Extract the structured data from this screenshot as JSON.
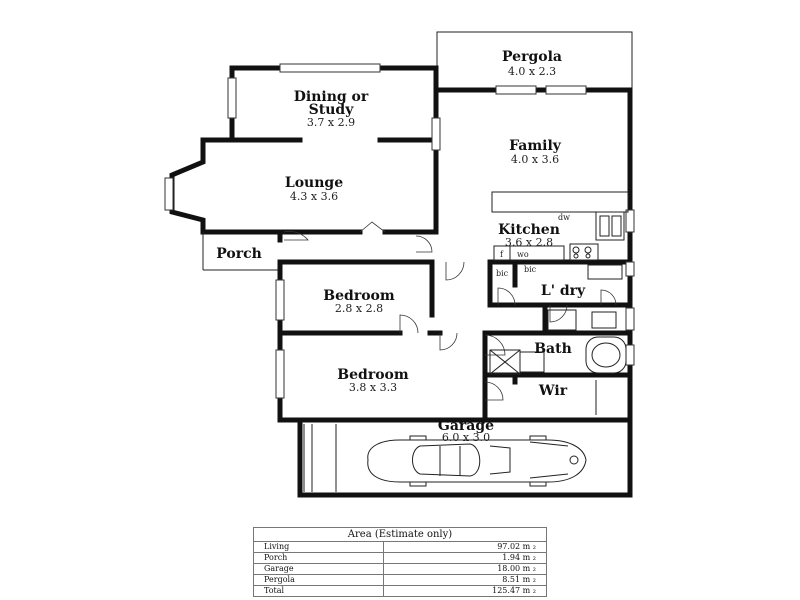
{
  "rooms": {
    "pergola": {
      "name": "Pergola",
      "size": "4.0 x 2.3"
    },
    "dining": {
      "name_line1": "Dining or",
      "name_line2": "Study",
      "size": "3.7 x 2.9"
    },
    "family": {
      "name": "Family",
      "size": "4.0 x 3.6"
    },
    "lounge": {
      "name": "Lounge",
      "size": "4.3 x 3.6"
    },
    "kitchen": {
      "name": "Kitchen",
      "size": "3.6 x 2.8"
    },
    "porch": {
      "name": "Porch"
    },
    "bedroom1": {
      "name": "Bedroom",
      "size": "2.8 x 2.8"
    },
    "laundry": {
      "name": "L' dry"
    },
    "bath": {
      "name": "Bath"
    },
    "bedroom2": {
      "name": "Bedroom",
      "size": "3.8 x 3.3"
    },
    "wir": {
      "name": "Wir"
    },
    "garage": {
      "name": "Garage",
      "size": "6.0 x 3.0"
    }
  },
  "fixtures": {
    "dw": "dw",
    "f": "f",
    "wo": "wo",
    "bic1": "bic",
    "bic2": "bic"
  },
  "area_table": {
    "title": "Area (Estimate only)",
    "rows": [
      {
        "label": "Living",
        "value": "97.02 m ₂"
      },
      {
        "label": "Porch",
        "value": "1.94 m ₂"
      },
      {
        "label": "Garage",
        "value": "18.00 m ₂"
      },
      {
        "label": "Pergola",
        "value": "8.51 m ₂"
      },
      {
        "label": "Total",
        "value": "125.47 m ₂"
      }
    ]
  }
}
